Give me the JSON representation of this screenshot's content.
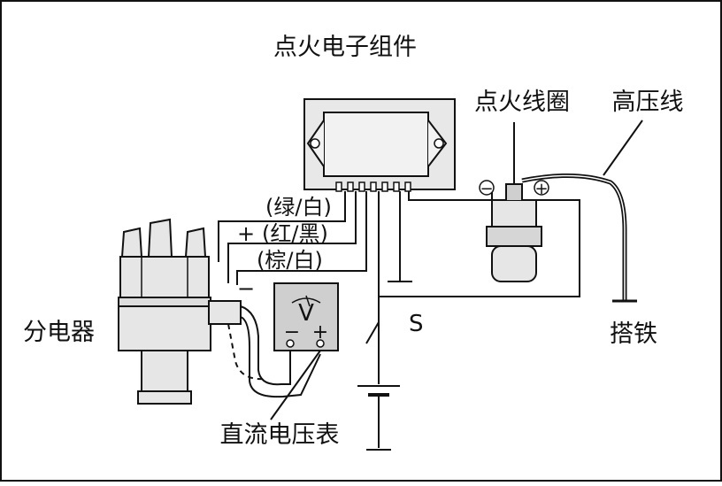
{
  "labels": {
    "module": "点火电子组件",
    "coil": "点火线圈",
    "hv_wire": "高压线",
    "distributor": "分电器",
    "ground": "搭铁",
    "voltmeter": "直流电压表",
    "switch": "S"
  },
  "wires": {
    "green_white": "(绿/白)",
    "red_black": "(红/黑)",
    "brown_white": "(棕/白)",
    "plus": "+",
    "minus": "−"
  },
  "meter": {
    "symbol": "V",
    "minus": "−",
    "plus": "+"
  },
  "coil_terminals": {
    "minus": "−",
    "plus": "+"
  },
  "colors": {
    "line": "#111111",
    "component_fill": "#e6e6e6",
    "meter_fill": "#cfcfcf",
    "background": "#ffffff"
  }
}
